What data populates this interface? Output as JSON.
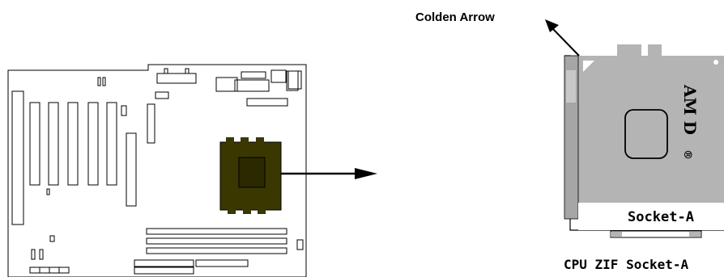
{
  "labels": {
    "arrow_label": "Colden Arrow",
    "socket_name": "Socket-A",
    "brand": "AM D",
    "registered": "®",
    "caption": "CPU ZIF Socket-A"
  },
  "colors": {
    "socket_body": "#3a3800",
    "socket_inner": "#2a2900",
    "cpu_gray": "#b4b4b4",
    "lever_gray": "#a6a6a6",
    "outline": "#000000"
  }
}
